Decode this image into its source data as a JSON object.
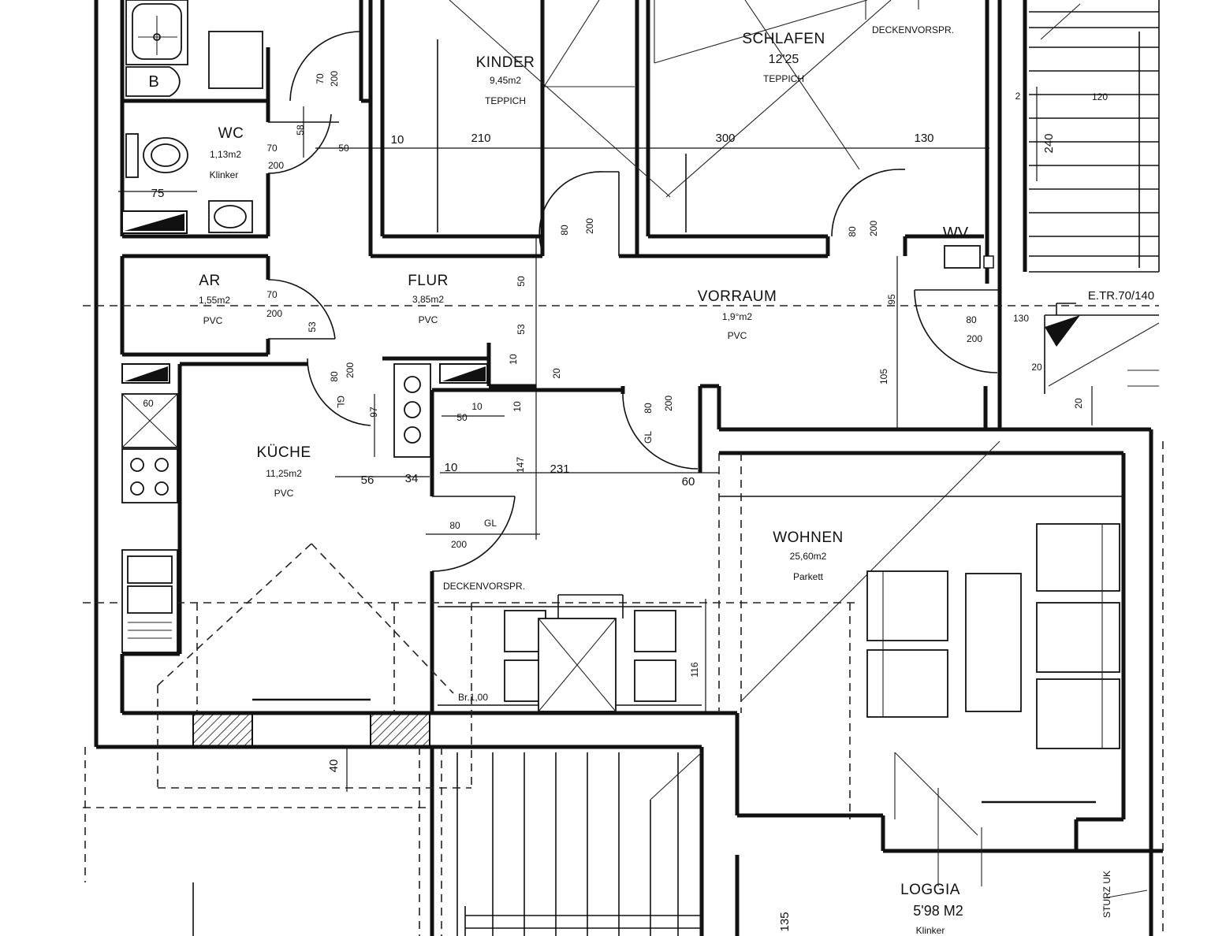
{
  "rooms": {
    "kinder": {
      "name": "KINDER",
      "area": "9,45m2",
      "floor": "TEPPICH"
    },
    "schlafen": {
      "name": "SCHLAFEN",
      "area": "12'25",
      "floor": "TEPPICH"
    },
    "wc": {
      "name": "WC",
      "area": "1,13m2",
      "floor": "Klinker"
    },
    "ar": {
      "name": "AR",
      "area": "1,55m2",
      "floor": "PVC"
    },
    "flur": {
      "name": "FLUR",
      "area": "3,85m2",
      "floor": "PVC"
    },
    "vorraum": {
      "name": "VORRAUM",
      "area": "1,9°m2",
      "floor": "PVC"
    },
    "kueche": {
      "name": "KÜCHE",
      "area": "11,25m2",
      "floor": "PVC"
    },
    "wohnen": {
      "name": "WOHNEN",
      "area": "25,60m2",
      "floor": "Parkett"
    },
    "loggia": {
      "name": "LOGGIA",
      "area": "5'98 M2",
      "floor": "Klinker"
    }
  },
  "labels": {
    "deckenvorsprung_top": "DECKENVORSPR.",
    "deckenvorsprung_mid": "DECKENVORSPR.",
    "bath_symbol": "B",
    "wv": "WV",
    "entry_door": "E.TR.70/140",
    "parapet_height": "Br.1,00",
    "gl_1": "GL",
    "gl_2": "GL",
    "gl_3": "GL",
    "sturz": "STURZ UK"
  },
  "dimensions": {
    "d_10_a": "10",
    "d_210": "210",
    "d_300": "300",
    "d_130": "130",
    "d_70_wc": "70",
    "d_200_wc": "200",
    "d_50_wc": "50",
    "d_58": "58",
    "d_70_bad": "70",
    "d_200_bad": "200",
    "d_75": "75",
    "d_70_ar": "70",
    "d_200_ar": "200",
    "d_53_ar": "53",
    "d_80_k": "80",
    "d_200_k": "200",
    "d_80_s": "80",
    "d_200_s": "200",
    "d_50_flur": "50",
    "d_53_flur": "53",
    "d_10_flur": "10",
    "d_20_flur": "20",
    "d_95": "95",
    "d_105": "105",
    "d_80_vr": "80",
    "d_200_vr": "200",
    "d_130_vr": "130",
    "d_80_ku": "80",
    "d_200_ku": "200",
    "d_97": "97",
    "d_60_ku": "60",
    "d_56": "56",
    "d_34": "34",
    "d_50_ku": "50",
    "d_10_ku": "10",
    "d_10_b": "10",
    "d_10_c": "10",
    "d_147": "147",
    "d_231": "231",
    "d_60_w": "60",
    "d_80_ku2": "80",
    "d_200_ku2": "200",
    "d_80_w": "80",
    "d_200_w": "200",
    "d_116": "116",
    "d_40": "40",
    "d_135": "135",
    "d_240": "240",
    "d_120": "120",
    "d_20_st": "20",
    "d_20_st2": "20",
    "d_2": "2"
  }
}
